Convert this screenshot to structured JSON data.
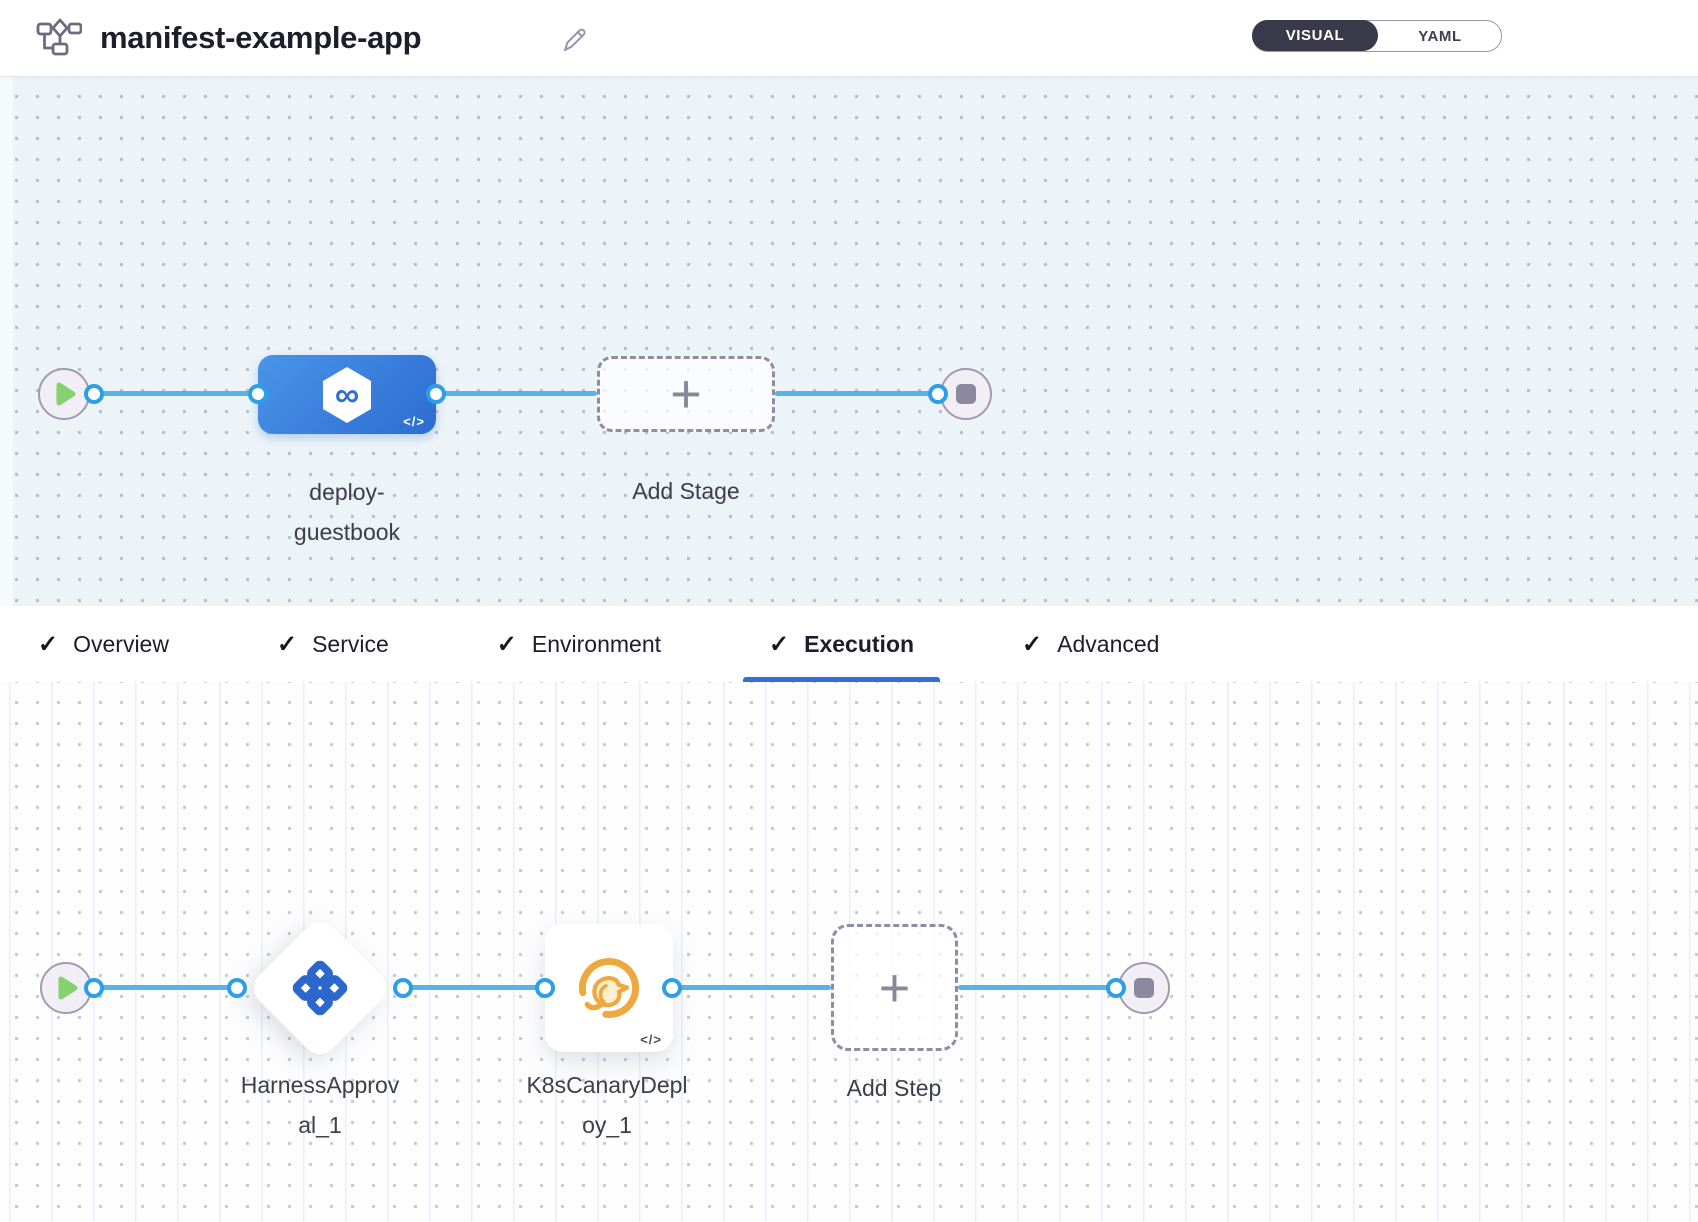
{
  "header": {
    "title": "manifest-example-app",
    "mode_toggle": {
      "visual_label": "VISUAL",
      "yaml_label": "YAML",
      "selected": "VISUAL"
    }
  },
  "tabs": {
    "check_glyph": "✓",
    "items": [
      {
        "label": "Overview",
        "checked": true,
        "active": false
      },
      {
        "label": "Service",
        "checked": true,
        "active": false
      },
      {
        "label": "Environment",
        "checked": true,
        "active": false
      },
      {
        "label": "Execution",
        "checked": true,
        "active": true
      },
      {
        "label": "Advanced",
        "checked": true,
        "active": false
      }
    ]
  },
  "stage_pipeline": {
    "stage": {
      "label_line1": "deploy-",
      "label_line2": "guestbook",
      "code_badge": "</>",
      "icon_glyph": "∞"
    },
    "add_stage": {
      "label": "Add Stage",
      "plus_glyph": "+"
    }
  },
  "execution_pipeline": {
    "steps": [
      {
        "type": "harness-approval",
        "label_line1": "HarnessApprov",
        "label_line2": "al_1"
      },
      {
        "type": "k8s-canary-deploy",
        "label_line1": "K8sCanaryDepl",
        "label_line2": "oy_1",
        "code_badge": "</>"
      }
    ],
    "add_step": {
      "label": "Add Step",
      "plus_glyph": "+"
    }
  },
  "colors": {
    "accent_blue": "#2e6fd2",
    "connector_blue": "#57b4e9",
    "ring_blue": "#2d9fe6",
    "canary_orange": "#efa83d",
    "play_green": "#85d06f",
    "toggle_dark": "#3a3949",
    "canvas_top_bg": "#ecf4f8",
    "tab_underline": "#2f6fd6"
  }
}
